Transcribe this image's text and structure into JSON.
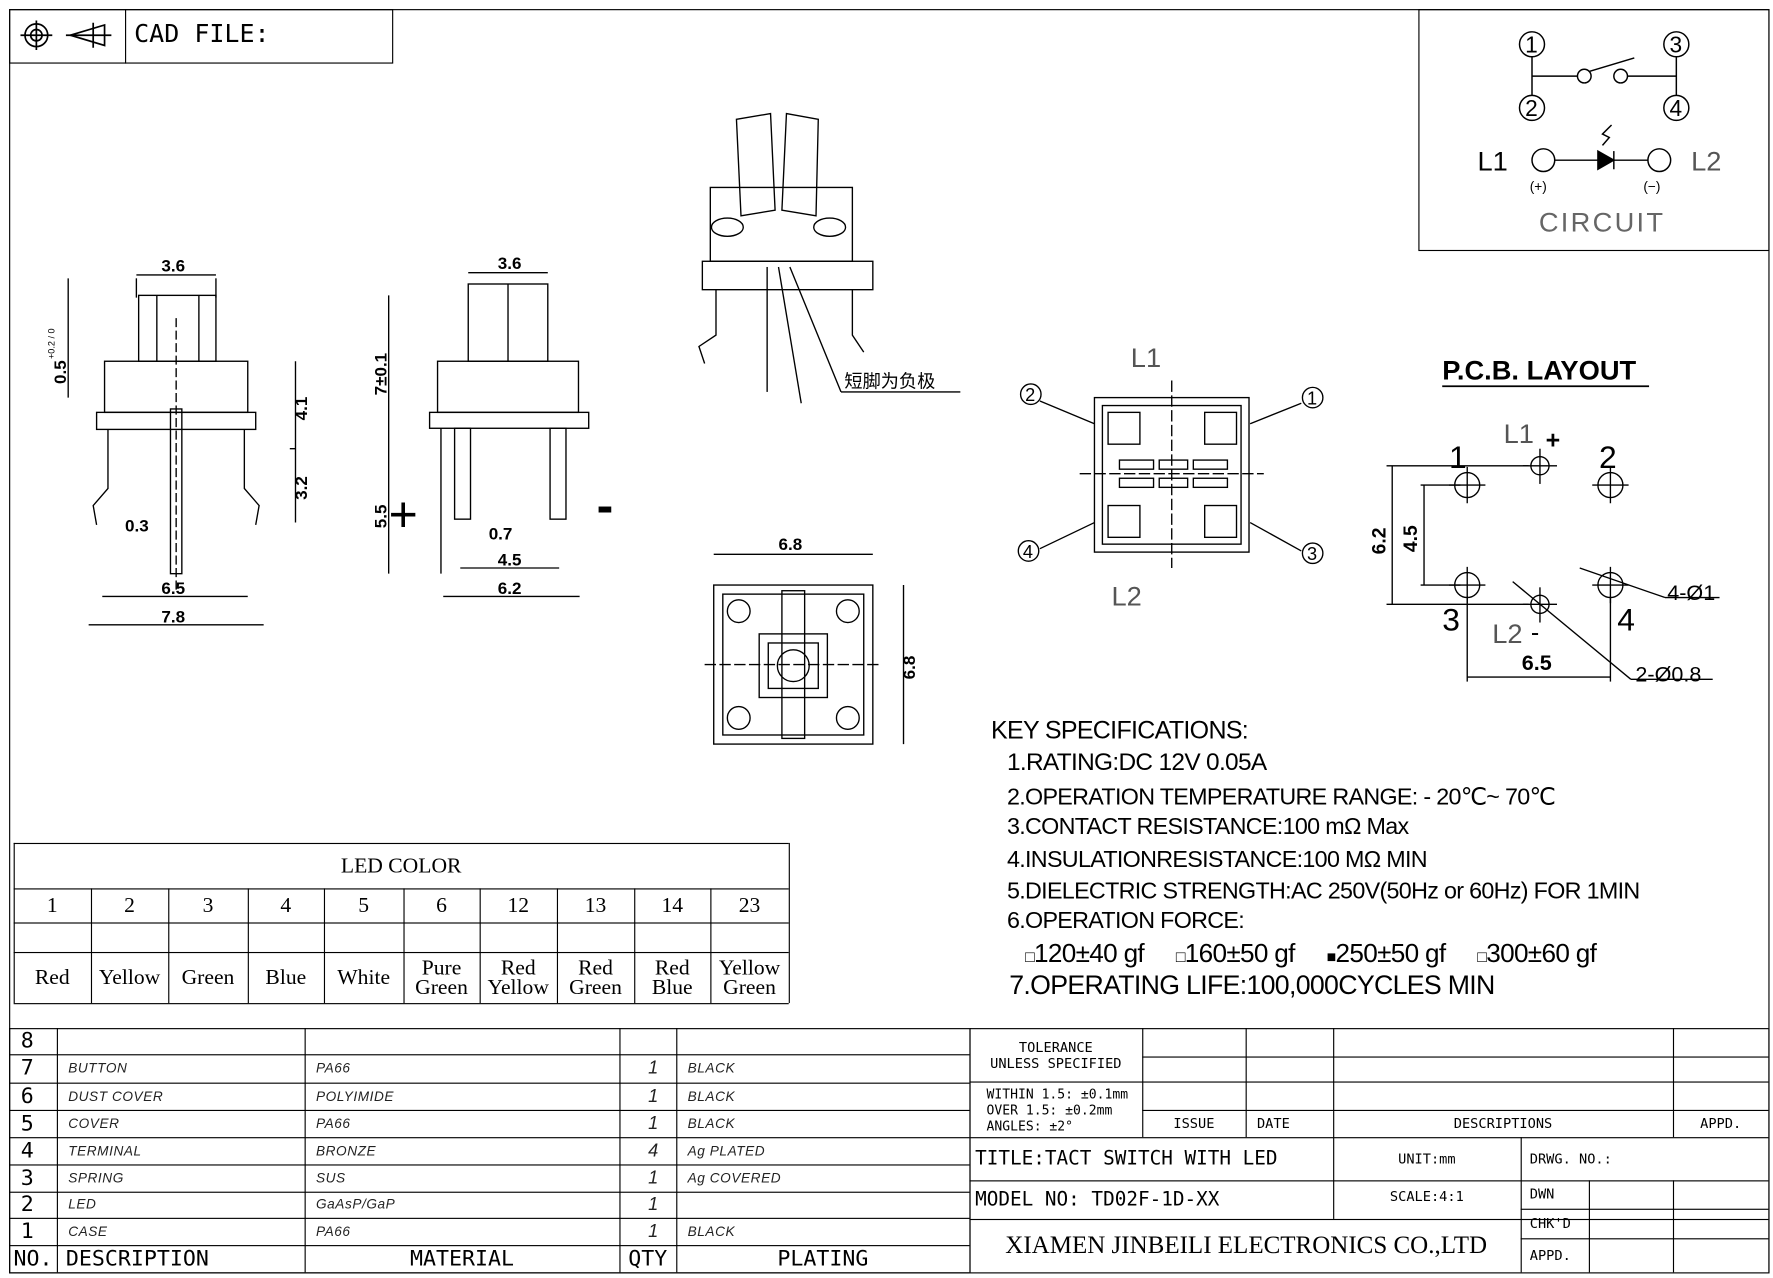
{
  "header": {
    "cad_label": "CAD FILE:",
    "icons": [
      "crosshair-circle-icon",
      "cone-projection-icon"
    ]
  },
  "circuit": {
    "pins": [
      "1",
      "2",
      "3",
      "4"
    ],
    "l1": "L1",
    "l2": "L2",
    "plus": "(+)",
    "minus": "(−)",
    "title": "CIRCUIT"
  },
  "side_view": {
    "dims": {
      "w_top": "3.6",
      "h_cap": "0.5",
      "h_cap_tol": "+0.2 / 0",
      "h1": "4.1",
      "h2": "3.2",
      "pin": "0.3",
      "w_inner": "6.5",
      "w_outer": "7.8"
    }
  },
  "front_view": {
    "dims": {
      "w_top": "3.6",
      "h_total": "7±0.1",
      "h_pin": "5.5",
      "pin_w": "0.7",
      "pin_sp": "4.5",
      "w_base": "6.2"
    },
    "plus": "+",
    "minus": "-"
  },
  "iso_view": {
    "note": "短脚为负极"
  },
  "top_view": {
    "dims": {
      "w": "6.8",
      "h": "6.8"
    }
  },
  "bottom_view": {
    "l1": "L1",
    "l2": "L2",
    "pins": [
      "1",
      "2",
      "3",
      "4"
    ]
  },
  "pcb": {
    "title": "P.C.B. LAYOUT",
    "l1": "L1",
    "l1_sign": "+",
    "l2": "L2",
    "l2_sign": "-",
    "pins": [
      "1",
      "2",
      "3",
      "4"
    ],
    "d_62": "6.2",
    "d_45": "4.5",
    "d_65": "6.5",
    "hole_big": "4-Ø1",
    "hole_small": "2-Ø0.8"
  },
  "specs": {
    "title": "KEY SPECIFICATIONS:",
    "lines": [
      "1.RATING:DC 12V 0.05A",
      "2.OPERATION TEMPERATURE RANGE: - 20℃~ 70℃",
      "3.CONTACT RESISTANCE:100 mΩ Max",
      "4.INSULATIONRESISTANCE:100 MΩ MIN",
      "5.DIELECTRIC STRENGTH:AC 250V(50Hz or 60Hz)  FOR 1MIN",
      "6.OPERATION FORCE:"
    ],
    "force_options": [
      {
        "label": "120±40 gf",
        "checked": false
      },
      {
        "label": "160±50 gf",
        "checked": false
      },
      {
        "label": "250±50 gf",
        "checked": true
      },
      {
        "label": "300±60 gf",
        "checked": false
      }
    ],
    "life": "7.OPERATING LIFE:100,000CYCLES MIN"
  },
  "led_color": {
    "title": "LED COLOR",
    "codes": [
      "1",
      "2",
      "3",
      "4",
      "5",
      "6",
      "12",
      "13",
      "14",
      "23"
    ],
    "names": [
      [
        "Red"
      ],
      [
        "Yellow"
      ],
      [
        "Green"
      ],
      [
        "Blue"
      ],
      [
        "White"
      ],
      [
        "Pure",
        "Green"
      ],
      [
        "Red",
        "Yellow"
      ],
      [
        "Red",
        "Green"
      ],
      [
        "Red",
        "Blue"
      ],
      [
        "Yellow",
        "Green"
      ]
    ]
  },
  "bom": {
    "rows": [
      {
        "no": "8",
        "desc": "",
        "material": "",
        "qty": "",
        "plating": ""
      },
      {
        "no": "7",
        "desc": "BUTTON",
        "material": "PA66",
        "qty": "1",
        "plating": "BLACK"
      },
      {
        "no": "6",
        "desc": "DUST COVER",
        "material": "POLYIMIDE",
        "qty": "1",
        "plating": "BLACK"
      },
      {
        "no": "5",
        "desc": "COVER",
        "material": "PA66",
        "qty": "1",
        "plating": "BLACK"
      },
      {
        "no": "4",
        "desc": "TERMINAL",
        "material": "BRONZE",
        "qty": "4",
        "plating": "Ag PLATED"
      },
      {
        "no": "3",
        "desc": "SPRING",
        "material": "SUS",
        "qty": "1",
        "plating": "Ag COVERED"
      },
      {
        "no": "2",
        "desc": "LED",
        "material": "GaAsP/GaP",
        "qty": "1",
        "plating": ""
      },
      {
        "no": "1",
        "desc": "CASE",
        "material": "PA66",
        "qty": "1",
        "plating": "BLACK"
      }
    ],
    "headers": {
      "no": "NO.",
      "desc": "DESCRIPTION",
      "material": "MATERIAL",
      "qty": "QTY",
      "plating": "PLATING"
    }
  },
  "title_block": {
    "tolerance_title": "TOLERANCE",
    "tolerance_sub": "UNLESS SPECIFIED",
    "tol_lines": [
      "WITHIN 1.5: ±0.1mm",
      "OVER 1.5:  ±0.2mm",
      "ANGLES: ±2°"
    ],
    "issue": "ISSUE",
    "date": "DATE",
    "descriptions": "DESCRIPTIONS",
    "appd": "APPD.",
    "title": "TITLE:TACT  SWITCH  WITH  LED",
    "model": "MODEL  NO: TD02F-1D-XX",
    "unit": "UNIT:mm",
    "scale": "SCALE:4:1",
    "drwg_no": "DRWG. NO.:",
    "dwn": "DWN",
    "chkd": "CHK'D",
    "appd2": "APPD.",
    "company": "XIAMEN JINBEILI ELECTRONICS CO.,LTD"
  }
}
